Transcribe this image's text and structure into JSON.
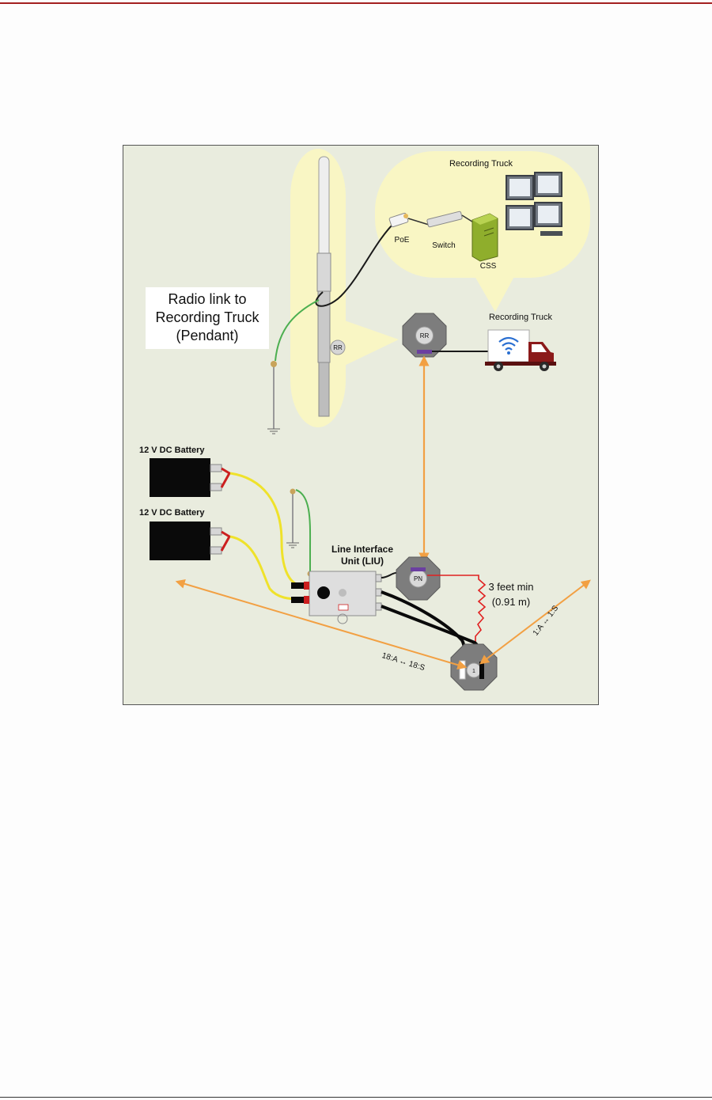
{
  "diagram": {
    "truck_bubble_title": "Recording Truck",
    "poe": "PoE",
    "switch": "Switch",
    "css": "CSS",
    "truck_label": "Recording Truck",
    "radio_link": [
      "Radio link to",
      "Recording Truck",
      "(Pendant)"
    ],
    "rr_antenna": "RR",
    "rr_node": "RR",
    "battery_1": "12 V DC Battery",
    "battery_2": "12 V DC Battery",
    "liu": [
      "Line Interface",
      "Unit (LIU)"
    ],
    "pn_node": "PN",
    "distance": [
      "3 feet min",
      "(0.91 m)"
    ],
    "station_node": "1",
    "arrow_left": "18:A ↔ 18:S",
    "arrow_right": "1:A ↔ 1:S"
  },
  "colors": {
    "page_rule": "#a32020",
    "figure_bg": "#e9ecde",
    "bubble": "#f9f6c4",
    "node": "#7d7d7d",
    "orange_arrow": "#f2a043",
    "battery_cable": "#efe22b",
    "ground_wire": "#4caf50",
    "distance_line": "#e02020",
    "truck_body": "#8b1a1a",
    "wifi": "#2a6fd1"
  }
}
